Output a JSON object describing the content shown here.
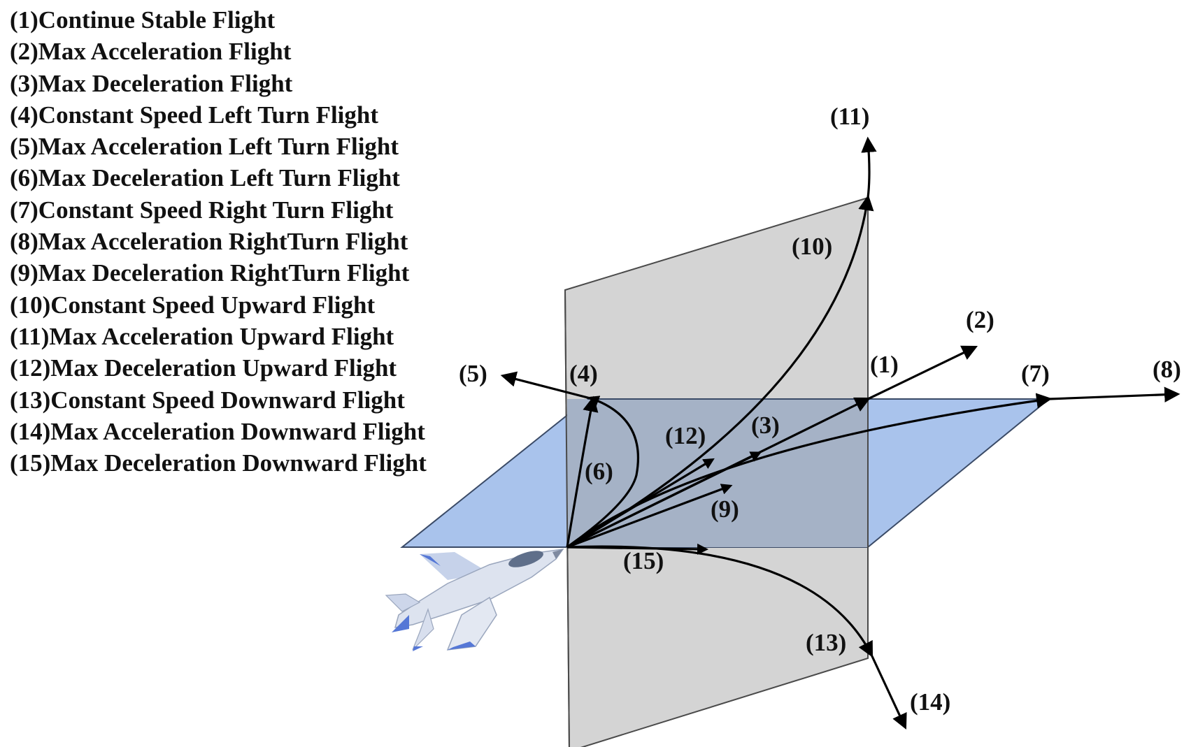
{
  "legend": [
    "(1)Continue Stable Flight",
    "(2)Max Acceleration Flight",
    "(3)Max Deceleration Flight",
    "(4)Constant Speed Left Turn Flight",
    "(5)Max Acceleration Left Turn Flight",
    "(6)Max Deceleration Left Turn Flight",
    "(7)Constant Speed Right Turn Flight",
    "(8)Max Acceleration RightTurn Flight",
    "(9)Max Deceleration RightTurn Flight",
    "(10)Constant Speed Upward Flight",
    "(11)Max Acceleration Upward Flight",
    "(12)Max Deceleration Upward Flight",
    "(13)Constant Speed Downward Flight",
    "(14)Max Acceleration Downward Flight",
    "(15)Max Deceleration Downward Flight"
  ],
  "labels": {
    "l1": "(1)",
    "l2": "(2)",
    "l3": "(3)",
    "l4": "(4)",
    "l5": "(5)",
    "l6": "(6)",
    "l7": "(7)",
    "l8": "(8)",
    "l9": "(9)",
    "l10": "(10)",
    "l11": "(11)",
    "l12": "(12)",
    "l13": "(13)",
    "l14": "(14)",
    "l15": "(15)"
  },
  "colors": {
    "vertical_plane": "#d4d4d4",
    "horizontal_plane": "#a9c3ec",
    "overlap": "#a5b2c6",
    "arrow": "#000000",
    "aircraft_body": "#dde3ef",
    "aircraft_accent": "#5577d6"
  }
}
